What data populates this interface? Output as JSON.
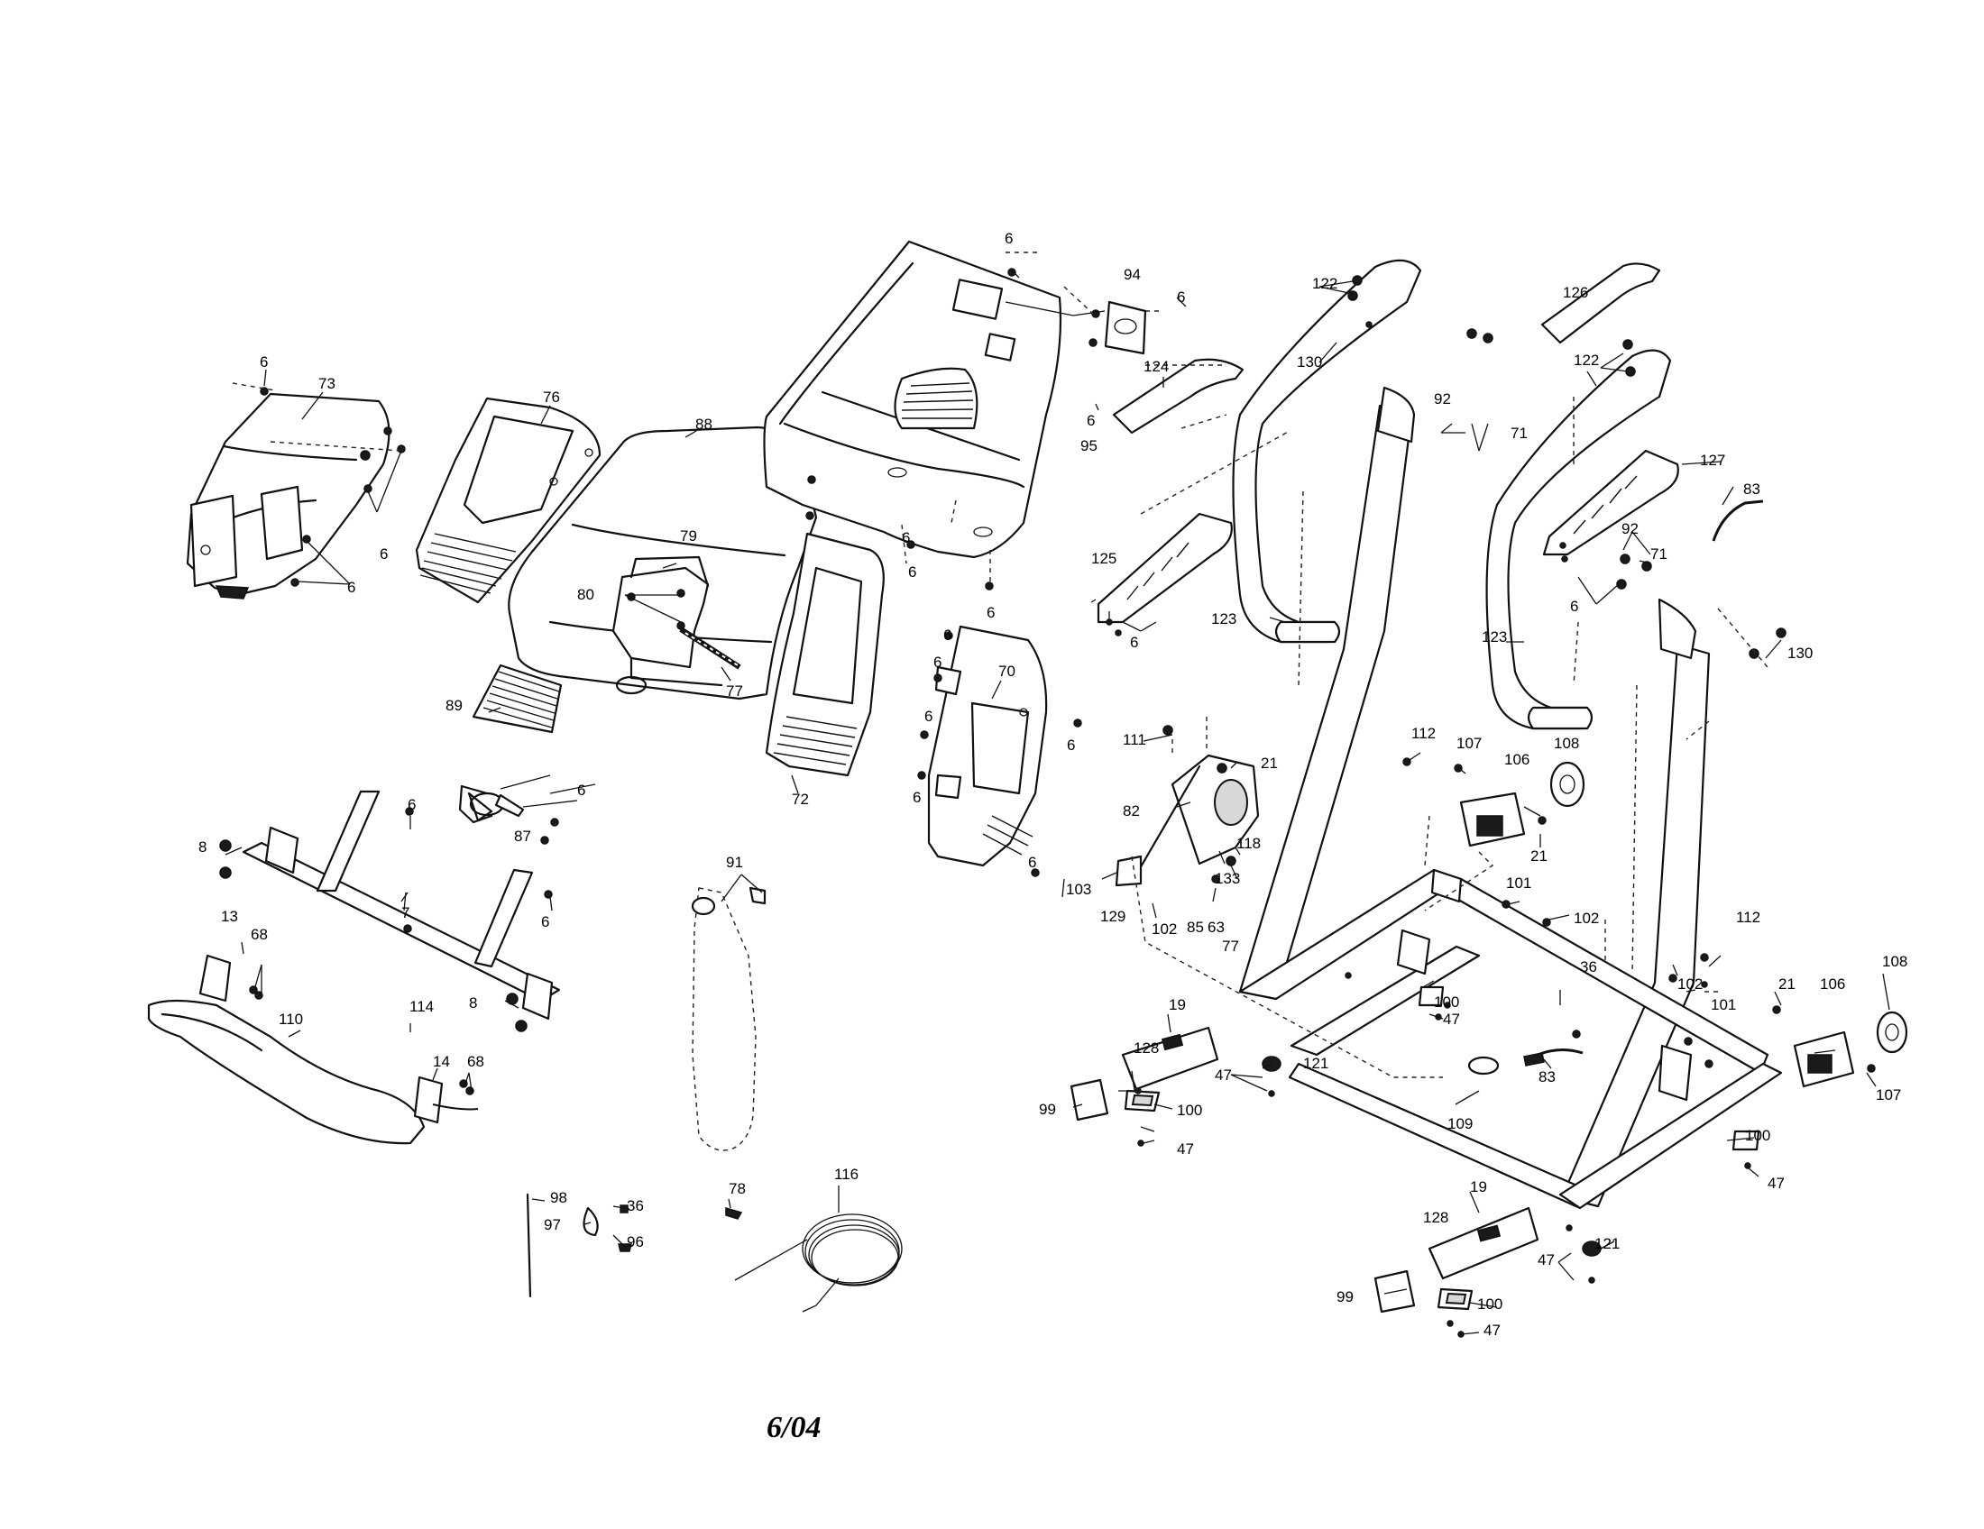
{
  "diagram": {
    "date": "6/04",
    "callouts": [
      "6",
      "73",
      "76",
      "88",
      "79",
      "80",
      "77",
      "89",
      "87",
      "7",
      "8",
      "13",
      "68",
      "110",
      "114",
      "14",
      "91",
      "72",
      "70",
      "95",
      "94",
      "124",
      "125",
      "123",
      "122",
      "130",
      "92",
      "71",
      "126",
      "127",
      "83",
      "111",
      "21",
      "82",
      "118",
      "133",
      "85",
      "63",
      "103",
      "129",
      "102",
      "112",
      "107",
      "106",
      "108",
      "101",
      "36",
      "100",
      "47",
      "19",
      "128",
      "99",
      "121",
      "109",
      "98",
      "97",
      "96",
      "78",
      "116"
    ]
  }
}
